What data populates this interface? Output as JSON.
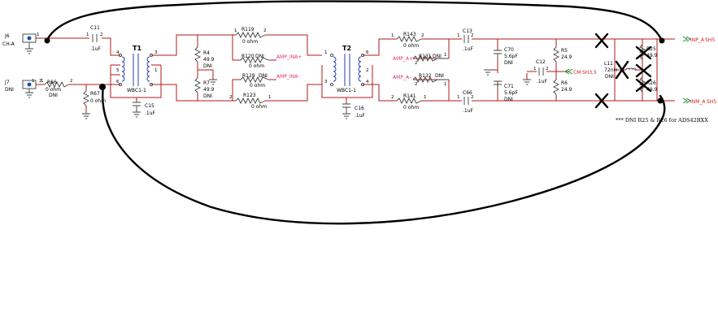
{
  "colors": {
    "wire": "#b01818",
    "part": "#404040",
    "net_label": "#e0306e",
    "port": "#1c8a2c",
    "transformer": "#2b3ea8",
    "ink": "#000000"
  },
  "connectors": {
    "j6": {
      "ref": "J6",
      "name": "CH-A",
      "pin": "1"
    },
    "j7": {
      "ref": "J7",
      "name": "DNI",
      "pin1": "1",
      "pin2": "2"
    }
  },
  "resistors": {
    "r66": {
      "ref": "R66",
      "value": "0 ohm",
      "dni": "DNI",
      "pin1": "1",
      "pin2": "2"
    },
    "r67": {
      "ref": "R67",
      "value": "0 ohm"
    },
    "r4": {
      "ref": "R4",
      "value": "49.9",
      "dni": "DNI"
    },
    "r7": {
      "ref": "R7",
      "value": "49.9",
      "dni": "DNI"
    },
    "r119": {
      "ref": "R119",
      "value": "0 ohm",
      "pin1": "1",
      "pin2": "2"
    },
    "r120": {
      "ref": "R120",
      "value": "0 ohm",
      "dni": "DNI"
    },
    "r129": {
      "ref": "R129",
      "value": "0 ohm",
      "dni": "DNI"
    },
    "r123": {
      "ref": "R123",
      "value": "0 ohm",
      "pin1": "1",
      "pin2": "2"
    },
    "r143": {
      "ref": "R143",
      "value": "0 ohm",
      "pin1": "1",
      "pin2": "2"
    },
    "r131": {
      "ref": "R131",
      "dni": "DNI",
      "pin1": "1",
      "pin2": "2"
    },
    "r132": {
      "ref": "R132",
      "dni": "DNI",
      "pin1": "1",
      "pin2": "2"
    },
    "r141": {
      "ref": "R141",
      "value": "0 ohm",
      "pin1": "1",
      "pin2": "2"
    },
    "r5": {
      "ref": "R5",
      "value": "24.9"
    },
    "r6": {
      "ref": "R6",
      "value": "24.9"
    },
    "r25": {
      "ref": "R25",
      "value": "49.9"
    },
    "r26": {
      "ref": "R26",
      "value": "49.9"
    }
  },
  "capacitors": {
    "c11": {
      "ref": "C11",
      "value": ".1uF",
      "pin1": "1",
      "pin2": "2"
    },
    "c15": {
      "ref": "C15",
      "value": ".1uF"
    },
    "c16": {
      "ref": "C16",
      "value": ".1uF"
    },
    "c13": {
      "ref": "C13",
      "value": ".1uF",
      "pin1": "1",
      "pin2": "2"
    },
    "c66": {
      "ref": "C66",
      "value": ".1uF",
      "pin1": "1",
      "pin2": "2"
    },
    "c70": {
      "ref": "C70",
      "value": "5.6pF",
      "dni": "DNI"
    },
    "c71": {
      "ref": "C71",
      "value": "5.6pF",
      "dni": "DNI"
    },
    "c12": {
      "ref": "C12",
      "value": ".1uF",
      "pin1": "1",
      "pin2": "2"
    }
  },
  "transformers": {
    "t1": {
      "ref": "T1",
      "part": "WBC1-1",
      "pins": [
        "4",
        "3",
        "5",
        "1",
        "6"
      ]
    },
    "t2": {
      "ref": "T2",
      "part": "WBC1-1",
      "pins": [
        "1",
        "6",
        "2",
        "3",
        "4"
      ]
    }
  },
  "inductor": {
    "ref": "L11",
    "value": "72nH",
    "dni": "DNI"
  },
  "net_labels": {
    "amp_ina_p": "AMP_INA+",
    "amp_ina_m": "AMP_INA-",
    "amp_a_p": "AMP_A+",
    "amp_a_m": "AMP_A-"
  },
  "ports": {
    "inp": "INP_A",
    "inm": "INM_A",
    "cm": "CM",
    "inp_sheet": "SH5",
    "inm_sheet": "SH5",
    "cm_sheet": "SH3,5"
  },
  "note": "*** DNI R25 & R26 for ADS42BXX"
}
